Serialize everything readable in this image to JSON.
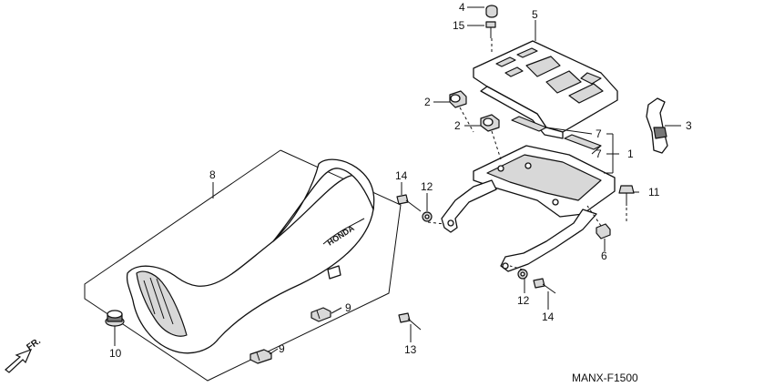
{
  "diagram": {
    "code": "MANX-F1500",
    "direction": "FR.",
    "callouts": {
      "c1": "1",
      "c2a": "2",
      "c2b": "2",
      "c3": "3",
      "c4": "4",
      "c5": "5",
      "c6": "6",
      "c7a": "7",
      "c7b": "7",
      "c8": "8",
      "c9a": "9",
      "c9b": "9",
      "c10": "10",
      "c11": "11",
      "c12a": "12",
      "c12b": "12",
      "c13": "13",
      "c14a": "14",
      "c14b": "14",
      "c15": "15"
    },
    "seat_logo_text": "HONDA"
  }
}
